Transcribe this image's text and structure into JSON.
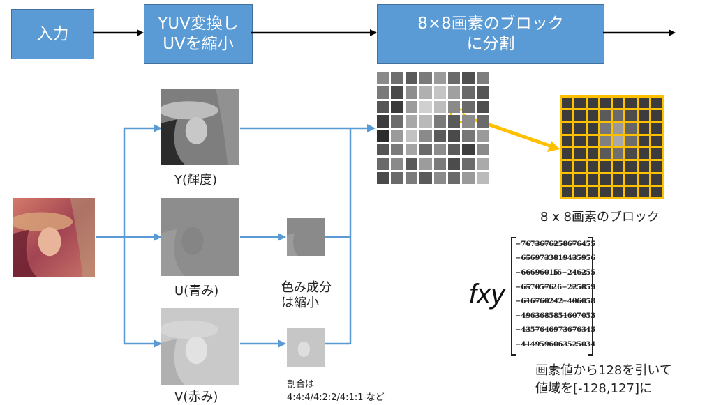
{
  "flow": {
    "box_input": "入力",
    "box_yuv_line1": "YUV変換し",
    "box_yuv_line2": "UVを縮小",
    "box_block_line1": "8×8画素のブロック",
    "box_block_line2": "に分割"
  },
  "labels": {
    "y": "Y(輝度)",
    "u": "U(青み)",
    "v": "V(赤み)",
    "chroma_line1": "色み成分",
    "chroma_line2": "は縮小",
    "ratio_line1": "割合は",
    "ratio_line2": "4:4:4/4:2:2/4:1:1 など",
    "block_caption": "8 x 8画素のブロック",
    "fxy": "fxy",
    "note_line1": "画素値から128を引いて",
    "note_line2": "値域を[-128,127]に"
  },
  "matrix": [
    [
      "−76",
      "−73",
      "−67",
      "−62",
      "−58",
      "−67",
      "−64",
      "−55"
    ],
    [
      "−65",
      "−69",
      "−73",
      "−38",
      "−19",
      "−43",
      "−59",
      "−56"
    ],
    [
      "−66",
      "−69",
      "−60",
      "−15",
      "16",
      "−24",
      "−62",
      "−55"
    ],
    [
      "−65",
      "−70",
      "−57",
      "−6",
      "26",
      "−22",
      "−58",
      "−59"
    ],
    [
      "−61",
      "−67",
      "−60",
      "−24",
      "−2",
      "−40",
      "−60",
      "−58"
    ],
    [
      "−49",
      "−63",
      "−68",
      "−58",
      "−51",
      "−60",
      "−70",
      "−53"
    ],
    [
      "−43",
      "−57",
      "−64",
      "−69",
      "−73",
      "−67",
      "−63",
      "−45"
    ],
    [
      "−41",
      "−49",
      "−59",
      "−60",
      "−63",
      "−52",
      "−50",
      "−34"
    ]
  ],
  "colors": {
    "box_fill": "#5b9bd5",
    "connector": "#5b9bd5",
    "highlight": "#ffc000"
  }
}
